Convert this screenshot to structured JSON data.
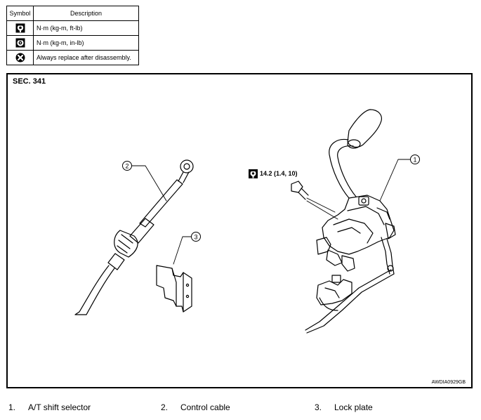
{
  "legend": {
    "header_symbol": "Symbol",
    "header_description": "Description",
    "rows": [
      {
        "icon": "torque-wrench-ftlb-icon",
        "description": "N·m (kg-m, ft-lb)"
      },
      {
        "icon": "torque-wrench-inlb-icon",
        "description": "N·m (kg-m, in-lb)"
      },
      {
        "icon": "always-replace-icon",
        "description": "Always replace after disassembly."
      }
    ]
  },
  "figure": {
    "section": "SEC. 341",
    "torque_spec": "14.2 (1.4, 10)",
    "figure_id": "AWDIA0929GB",
    "callouts": [
      "1",
      "2",
      "3"
    ]
  },
  "parts": [
    {
      "num": "1.",
      "name": "A/T shift selector"
    },
    {
      "num": "2.",
      "name": "Control cable"
    },
    {
      "num": "3.",
      "name": "Lock plate"
    }
  ]
}
